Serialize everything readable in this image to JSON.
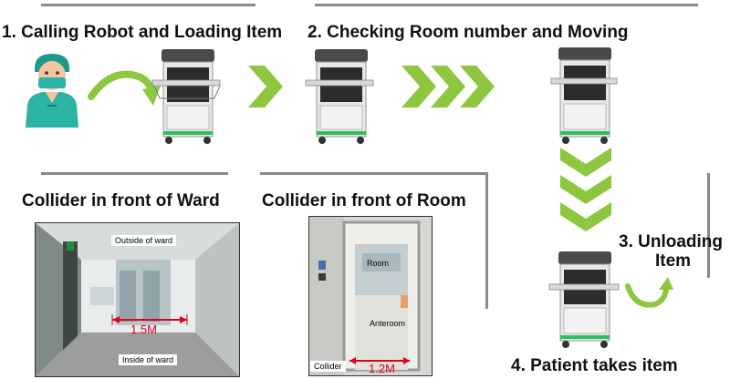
{
  "steps": {
    "step1": "1. Calling Robot and Loading Item",
    "step2": "2. Checking Room number and Moving",
    "step3_line1": "3. Unloading",
    "step3_line2": "Item",
    "step4": "4. Patient takes item"
  },
  "sections": {
    "ward_title": "Collider in front of Ward",
    "room_title": "Collider in front of Room"
  },
  "ward_photo": {
    "outside_label": "Outside of ward",
    "inside_label": "Inside of ward",
    "dimension": "1.5M"
  },
  "room_photo": {
    "room_label": "Room",
    "anteroom_label": "Anteroom",
    "collider_label": "Collider",
    "dimension": "1.2M"
  },
  "colors": {
    "arrow_green": "#8dc63f",
    "dimension_red": "#e0001b",
    "divider_gray": "#8a8a8a"
  }
}
